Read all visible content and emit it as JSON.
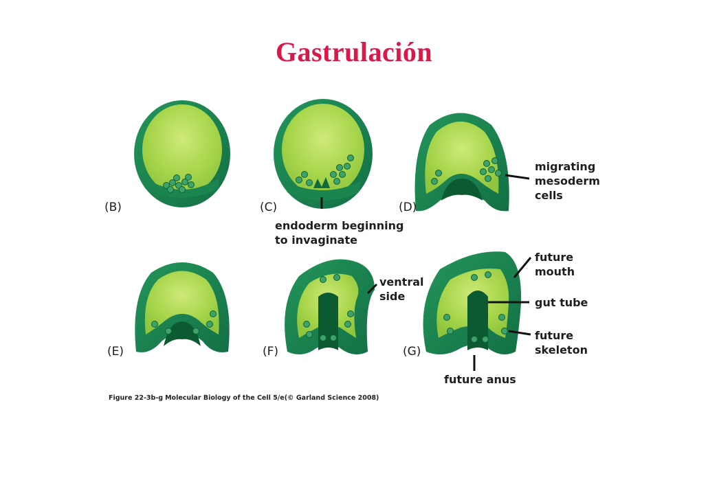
{
  "title": "Gastrulación",
  "panels": {
    "B": "(B)",
    "C": "(C)",
    "D": "(D)",
    "E": "(E)",
    "F": "(F)",
    "G": "(G)"
  },
  "annotations": {
    "endoderm_1": "endoderm beginning",
    "endoderm_2": "to invaginate",
    "migrating_1": "migrating",
    "migrating_2": "mesoderm",
    "migrating_3": "cells",
    "ventral_1": "ventral",
    "ventral_2": "side",
    "mouth_1": "future",
    "mouth_2": "mouth",
    "gut": "gut tube",
    "skeleton_1": "future",
    "skeleton_2": "skeleton",
    "anus": "future anus"
  },
  "caption": {
    "figure": "Figure 22-3b-g",
    "book": "Molecular Biology of the Cell 5/e",
    "credit": "(© Garland Science 2008)"
  },
  "colors": {
    "title": "#d8194a",
    "ectoderm": "#1d8a52",
    "ectoderm_dark": "#0f6b3c",
    "blastocoel": "#a6d64a",
    "blastocoel_light": "#c4e56c",
    "mesoderm_cell": "#2f9a62"
  }
}
